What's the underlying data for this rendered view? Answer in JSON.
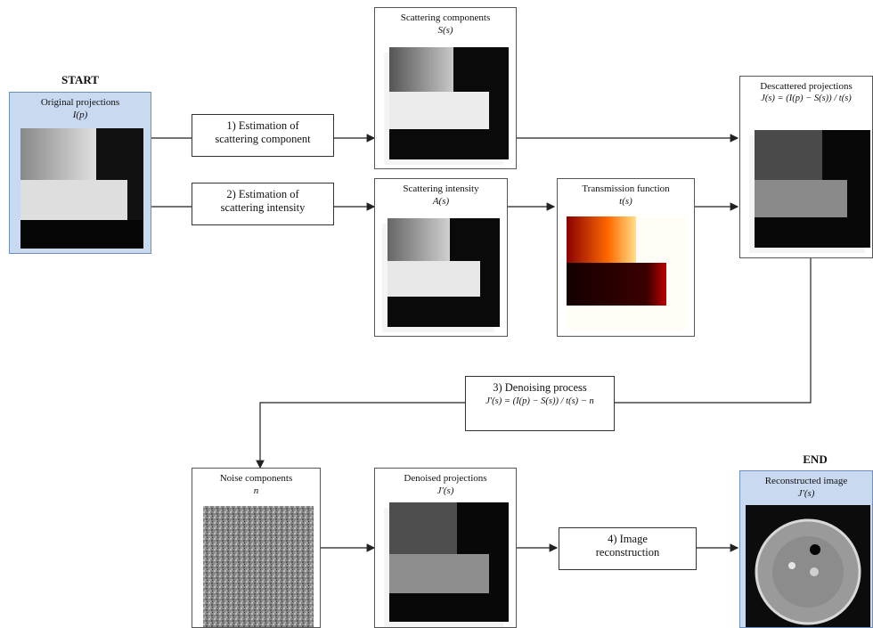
{
  "headings": {
    "start": "START",
    "end": "END"
  },
  "panels": {
    "original": {
      "title": "Original projections",
      "symbol": "I(p)"
    },
    "scatter_components": {
      "title": "Scattering components",
      "symbol": "S(s)"
    },
    "scatter_intensity": {
      "title": "Scattering intensity",
      "symbol": "A(s)"
    },
    "transmission": {
      "title": "Transmission function",
      "symbol": "t(s)"
    },
    "descattered": {
      "title": "Descattered projections",
      "formula": "J(s) = (I(p) − S(s)) / t(s)"
    },
    "noise": {
      "title": "Noise components",
      "symbol": "n"
    },
    "denoised": {
      "title": "Denoised projections",
      "symbol": "J'(s)"
    },
    "reconstructed": {
      "title": "Reconstructed image",
      "symbol": "J'(s)"
    }
  },
  "steps": {
    "s1": {
      "line1": "1) Estimation of",
      "line2": "scattering component"
    },
    "s2": {
      "line1": "2) Estimation of",
      "line2": "scattering intensity"
    },
    "s3": {
      "line1": "3) Denoising process",
      "formula": "J'(s) = (I(p) − S(s)) / t(s) − n"
    },
    "s4": {
      "line1": "4) Image",
      "line2": "reconstruction"
    }
  },
  "colors": {
    "start_panel": "#c9d9f0",
    "end_panel": "#c9d9f0",
    "arrow": "#222222"
  }
}
